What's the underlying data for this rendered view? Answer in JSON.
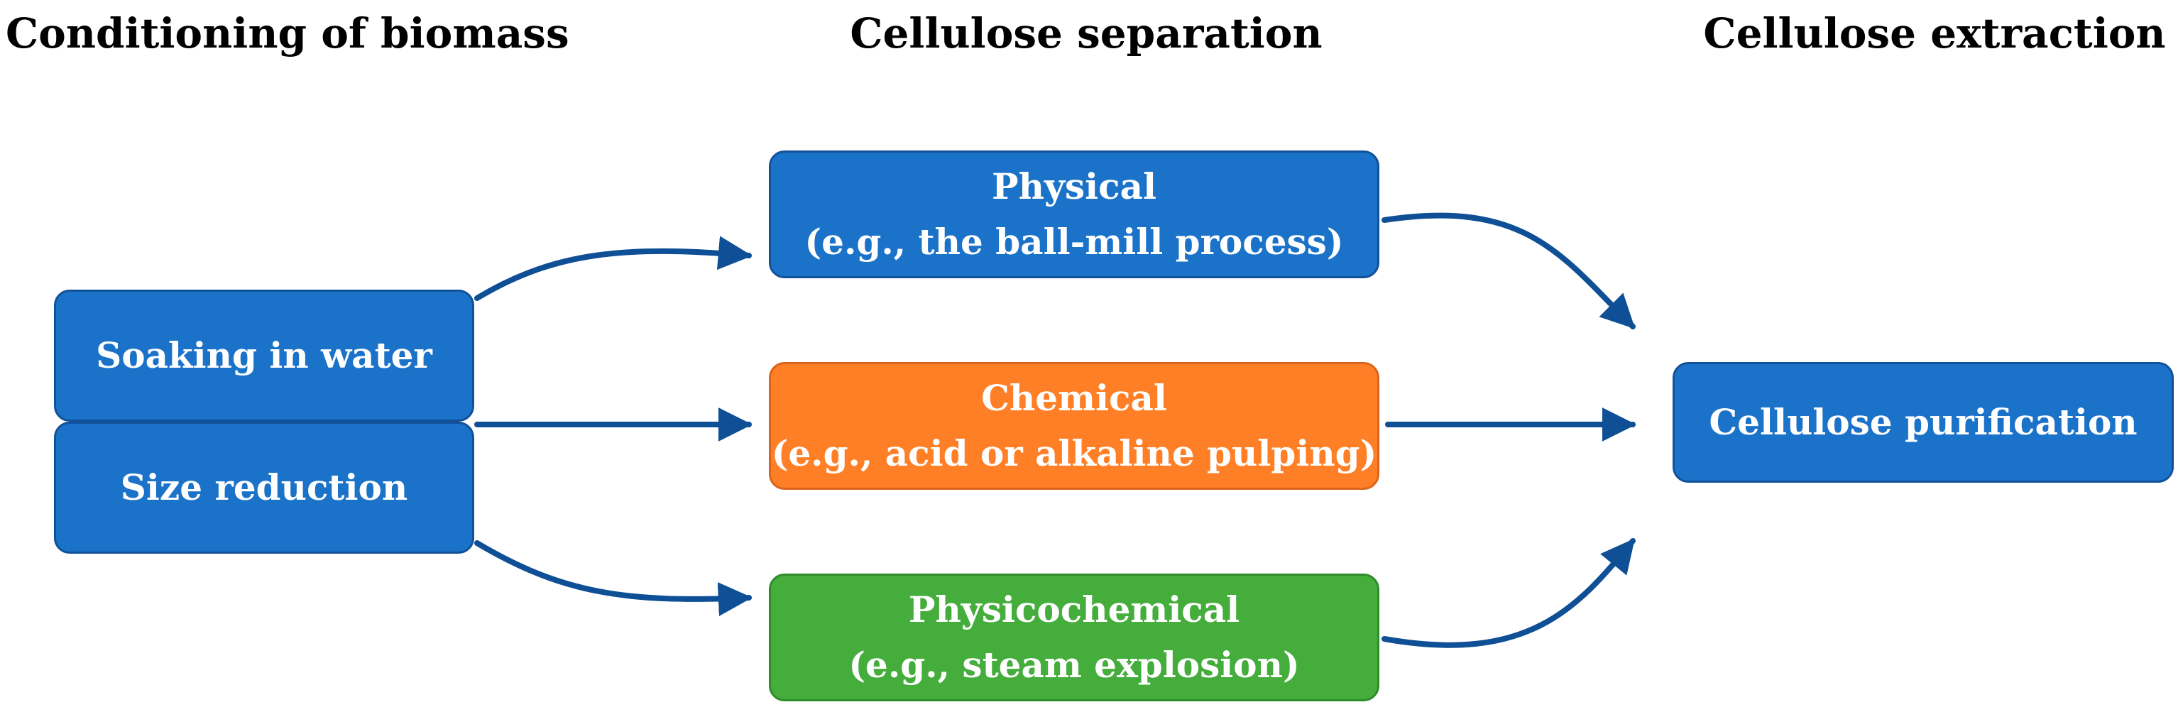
{
  "headings": {
    "conditioning": "Conditioning of biomass",
    "separation": "Cellulose separation",
    "extraction": "Cellulose extraction"
  },
  "steps": {
    "soaking": "Soaking in water",
    "size_reduction": "Size reduction",
    "physical": {
      "title": "Physical",
      "example": "(e.g., the ball-mill process)"
    },
    "chemical": {
      "title": "Chemical",
      "example": "(e.g., acid or alkaline pulping)"
    },
    "physicochemical": {
      "title": "Physicochemical",
      "example": "(e.g., steam explosion)"
    },
    "purification": "Cellulose purification"
  },
  "colors": {
    "blue_box": "#1b72c9",
    "orange_box": "#ff7f27",
    "green_box": "#44ad3b",
    "arrow": "#0e4f96"
  }
}
